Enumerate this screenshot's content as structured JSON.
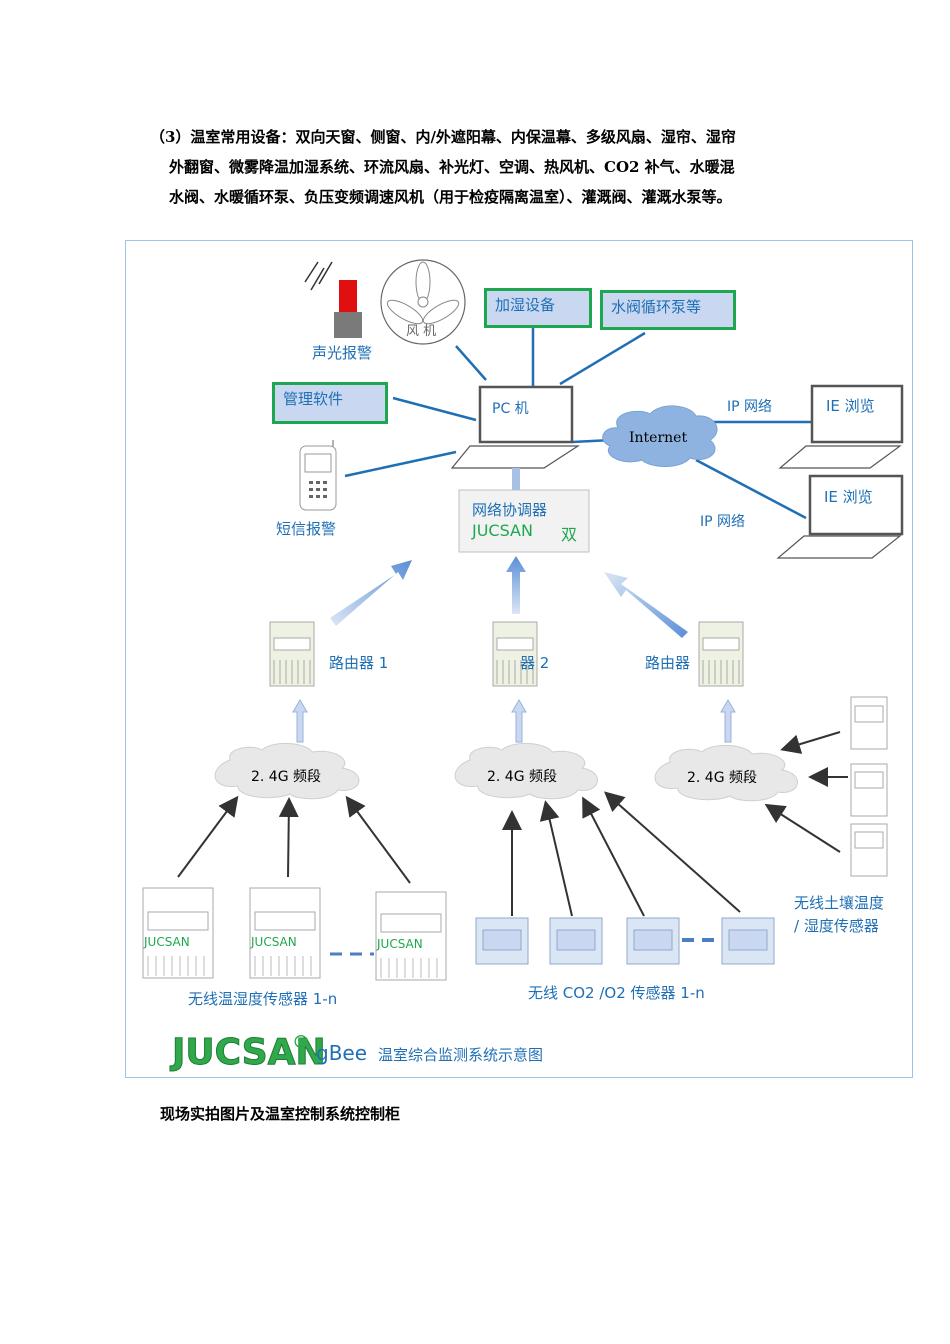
{
  "intro": {
    "line1": "（3）温室常用设备：双向天窗、侧窗、内/外遮阳幕、内保温幕、多级风扇、湿帘、湿帘",
    "line2": "外翻窗、微雾降温加湿系统、环流风扇、补光灯、空调、热风机、CO2 补气、水暖混",
    "line3": "水阀、水暖循环泵、负压变频调速风机（用于检疫隔离温室）、灌溉阀、灌溉水泵等。"
  },
  "diagram": {
    "alarm_label": "声光报警",
    "fan_label": "风 机",
    "humidify_label": "加湿设备",
    "water_label": "水阀循环泵等",
    "software_label": "管理软件",
    "sms_label": "短信报警",
    "pc_label": "PC 机",
    "internet_label": "Internet",
    "ip_label_1": "IP 网络",
    "ip_label_2": "IP 网络",
    "ie_label_1": "IE 浏览",
    "ie_label_2": "IE 浏览",
    "coord_line1": "网络协调器",
    "coord_brand": "JUCSAN",
    "coord_suffix": "双",
    "router1_label": "路由器 1",
    "router2_label": "器 2",
    "router3_label": "路由器",
    "band1": "2. 4G 频段",
    "band2": "2. 4G 频段",
    "band3": "2. 4G 频段",
    "sensor_brand_1": "JUCSAN",
    "sensor_brand_2": "JUCSAN",
    "sensor_brand_3": "JUCSAN",
    "temp_sensor_label": "无线温湿度传感器 1-n",
    "co2_sensor_label": "无线 CO2 /O2  传感器 1-n",
    "soil_label_line1": "无线土壤温度",
    "soil_label_line2": "/ 湿度传感器",
    "logo_text": "JUCSAN",
    "logo_reg": "®",
    "logo_gbee": "gBee",
    "logo_caption": "温室综合监测系统示意图"
  },
  "caption": "现场实拍图片及温室控制系统控制柜",
  "colors": {
    "line_blue": "#1f6fb5",
    "green_border": "#1fa74f",
    "cloud_blue": "#8fb3e0",
    "label_blue": "#1f6fb5"
  }
}
